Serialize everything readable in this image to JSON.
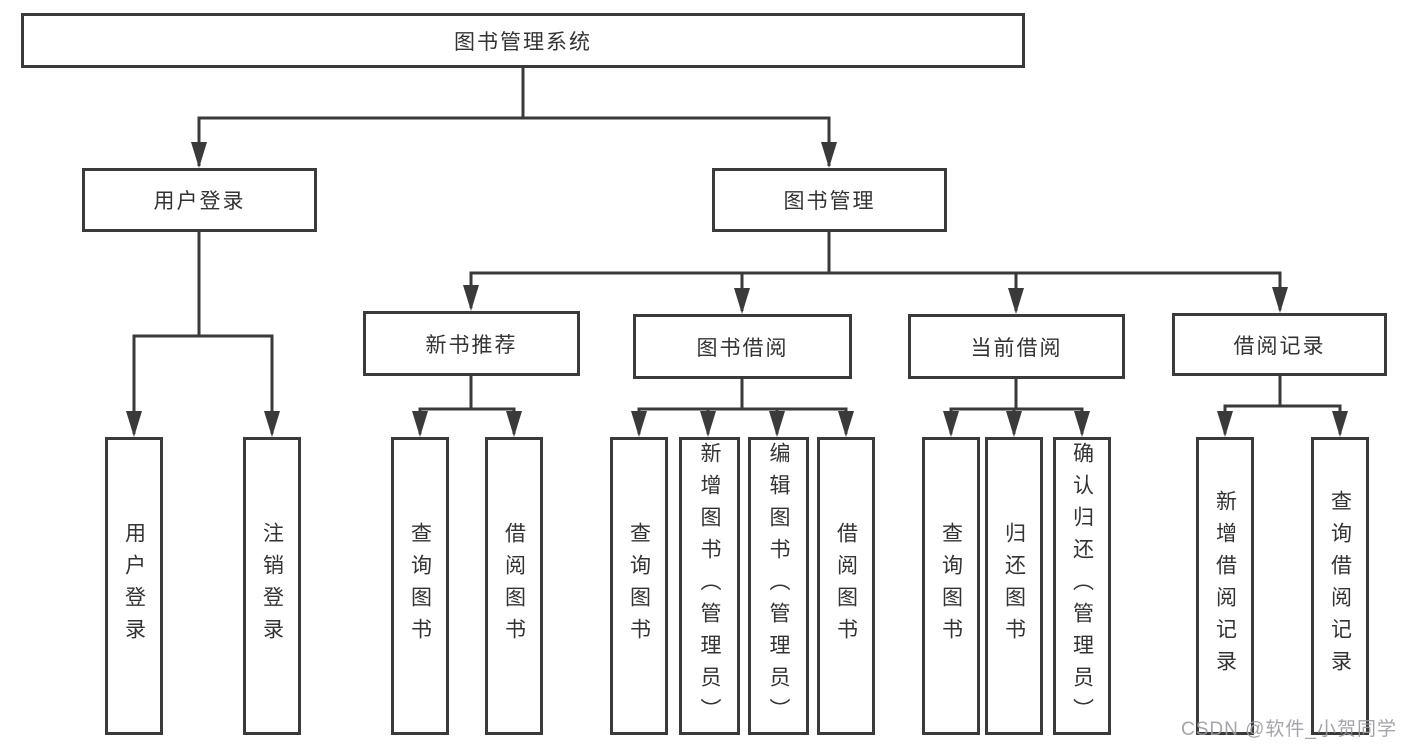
{
  "diagram_type": "hierarchy-tree",
  "colors": {
    "line": "#3a3a3a",
    "node_border": "#3a3a3a",
    "node_text": "#333333",
    "background": "#ffffff",
    "watermark": "#9c9ca0"
  },
  "tree": {
    "label": "图书管理系统",
    "children": [
      {
        "label": "用户登录",
        "children": [
          {
            "label": "用户登录"
          },
          {
            "label": "注销登录"
          }
        ]
      },
      {
        "label": "图书管理",
        "children": [
          {
            "label": "新书推荐",
            "children": [
              {
                "label": "查询图书"
              },
              {
                "label": "借阅图书"
              }
            ]
          },
          {
            "label": "图书借阅",
            "children": [
              {
                "label": "查询图书"
              },
              {
                "label": "新增图书（管理员）"
              },
              {
                "label": "编辑图书（管理员）"
              },
              {
                "label": "借阅图书"
              }
            ]
          },
          {
            "label": "当前借阅",
            "children": [
              {
                "label": "查询图书"
              },
              {
                "label": "归还图书"
              },
              {
                "label": "确认归还（管理员）"
              }
            ]
          },
          {
            "label": "借阅记录",
            "children": [
              {
                "label": "新增借阅记录"
              },
              {
                "label": "查询借阅记录"
              }
            ]
          }
        ]
      }
    ]
  },
  "watermark": {
    "text": "CSDN @软件_小贺同学"
  }
}
